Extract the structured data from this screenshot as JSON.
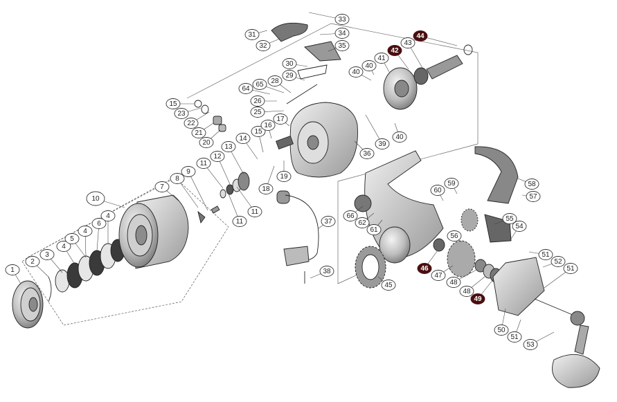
{
  "diagram": {
    "colors": {
      "highlight_callout": "#4a0f10",
      "part_fill": "#d8d8d8",
      "part_dark": "#6a6a6a",
      "line": "#333333"
    },
    "callouts": [
      {
        "id": "1",
        "label": "1"
      },
      {
        "id": "2",
        "label": "2"
      },
      {
        "id": "3",
        "label": "3"
      },
      {
        "id": "4a",
        "label": "4"
      },
      {
        "id": "4b",
        "label": "4"
      },
      {
        "id": "4c",
        "label": "4"
      },
      {
        "id": "5",
        "label": "5"
      },
      {
        "id": "6",
        "label": "6"
      },
      {
        "id": "7",
        "label": "7"
      },
      {
        "id": "8",
        "label": "8"
      },
      {
        "id": "9",
        "label": "9"
      },
      {
        "id": "10",
        "label": "10"
      },
      {
        "id": "11a",
        "label": "11"
      },
      {
        "id": "11b",
        "label": "11"
      },
      {
        "id": "11c",
        "label": "11"
      },
      {
        "id": "12",
        "label": "12"
      },
      {
        "id": "13",
        "label": "13"
      },
      {
        "id": "14",
        "label": "14"
      },
      {
        "id": "15a",
        "label": "15"
      },
      {
        "id": "15b",
        "label": "15"
      },
      {
        "id": "16",
        "label": "16"
      },
      {
        "id": "17",
        "label": "17"
      },
      {
        "id": "18",
        "label": "18"
      },
      {
        "id": "19",
        "label": "19"
      },
      {
        "id": "20",
        "label": "20"
      },
      {
        "id": "21",
        "label": "21"
      },
      {
        "id": "22",
        "label": "22"
      },
      {
        "id": "23",
        "label": "23"
      },
      {
        "id": "25",
        "label": "25"
      },
      {
        "id": "26",
        "label": "26"
      },
      {
        "id": "28",
        "label": "28"
      },
      {
        "id": "29",
        "label": "29"
      },
      {
        "id": "30",
        "label": "30"
      },
      {
        "id": "31",
        "label": "31"
      },
      {
        "id": "32",
        "label": "32"
      },
      {
        "id": "33",
        "label": "33"
      },
      {
        "id": "34",
        "label": "34"
      },
      {
        "id": "35",
        "label": "35"
      },
      {
        "id": "36",
        "label": "36"
      },
      {
        "id": "37",
        "label": "37"
      },
      {
        "id": "38",
        "label": "38"
      },
      {
        "id": "39",
        "label": "39"
      },
      {
        "id": "40a",
        "label": "40"
      },
      {
        "id": "40b",
        "label": "40"
      },
      {
        "id": "40c",
        "label": "40"
      },
      {
        "id": "41",
        "label": "41"
      },
      {
        "id": "42",
        "label": "42",
        "highlight": true
      },
      {
        "id": "43",
        "label": "43"
      },
      {
        "id": "44",
        "label": "44",
        "highlight": true
      },
      {
        "id": "45",
        "label": "45"
      },
      {
        "id": "46",
        "label": "46",
        "highlight": true
      },
      {
        "id": "47",
        "label": "47"
      },
      {
        "id": "48a",
        "label": "48"
      },
      {
        "id": "48b",
        "label": "48"
      },
      {
        "id": "49",
        "label": "49",
        "highlight": true
      },
      {
        "id": "50",
        "label": "50"
      },
      {
        "id": "51a",
        "label": "51"
      },
      {
        "id": "51b",
        "label": "51"
      },
      {
        "id": "51c",
        "label": "51"
      },
      {
        "id": "52",
        "label": "52"
      },
      {
        "id": "53",
        "label": "53"
      },
      {
        "id": "54",
        "label": "54"
      },
      {
        "id": "55",
        "label": "55"
      },
      {
        "id": "56",
        "label": "56"
      },
      {
        "id": "57",
        "label": "57"
      },
      {
        "id": "58",
        "label": "58"
      },
      {
        "id": "59",
        "label": "59"
      },
      {
        "id": "60",
        "label": "60"
      },
      {
        "id": "61",
        "label": "61"
      },
      {
        "id": "62",
        "label": "62"
      },
      {
        "id": "64",
        "label": "64"
      },
      {
        "id": "65",
        "label": "65"
      },
      {
        "id": "66",
        "label": "66"
      }
    ]
  }
}
